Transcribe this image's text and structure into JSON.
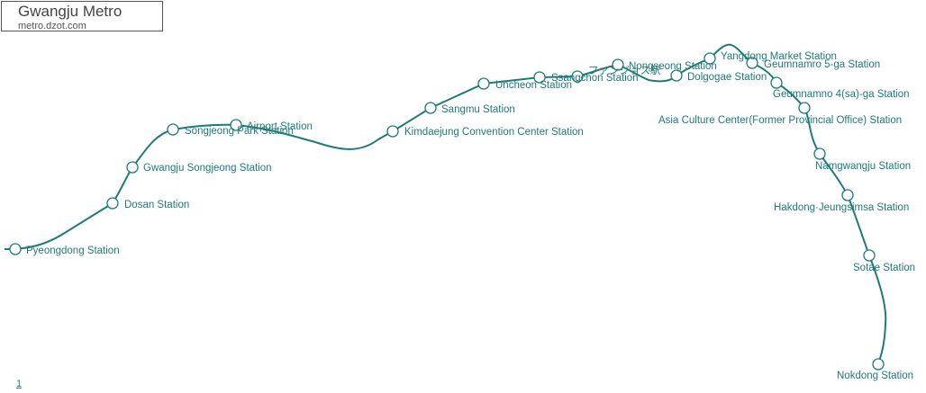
{
  "header": {
    "title": "Gwangju Metro",
    "subtitle": "metro.dzot.com"
  },
  "colors": {
    "line": "#1f7a7a",
    "label": "#1f7a7a",
    "station_fill": "#ffffff"
  },
  "stations": [
    "Pyeongdong Station",
    "Dosan Station",
    "Gwangju Songjeong Station",
    "Songjeong Park Station",
    "Airport Station",
    "Kimdaejung Convention Center Station",
    "Sangmu Station",
    "Uncheon Station",
    "Ssangchon Station",
    "ファンジョス駅",
    "Nongseong Station",
    "Dolgogae Station",
    "Yangdong Market Station",
    "Geumnamro 5-ga Station",
    "Geumnamno 4(sa)-ga Station",
    "Asia Culture Center(Former Provincial Office) Station",
    "Namgwangju Station",
    "Hakdong·Jeungsimsa Station",
    "Sotae Station",
    "Nokdong Station"
  ],
  "pagination": {
    "page": "1"
  }
}
